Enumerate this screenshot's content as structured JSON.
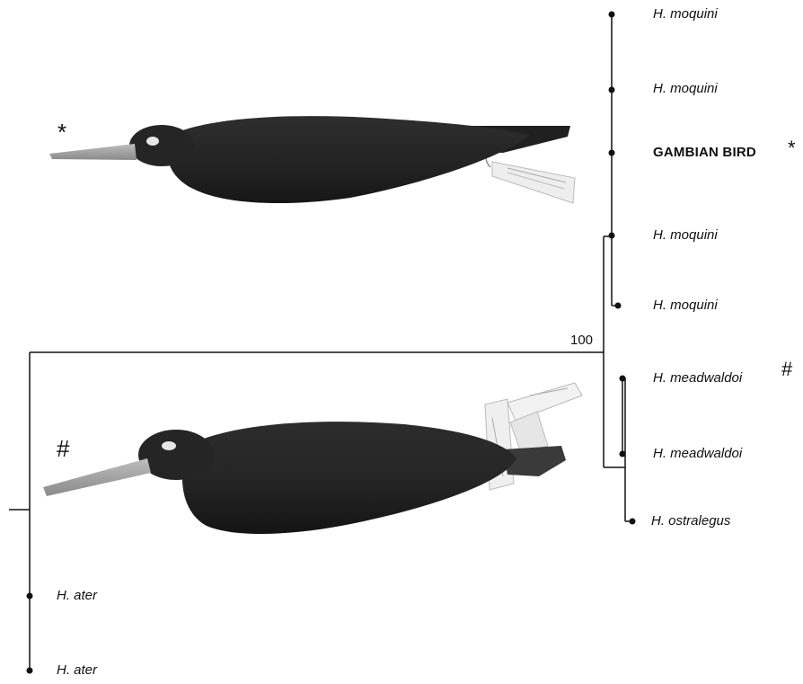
{
  "tree": {
    "bootstrap_value": "100",
    "taxa": {
      "t1": "H. moquini",
      "t2": "H. moquini",
      "t3": "GAMBIAN BIRD",
      "t4": "H. moquini",
      "t5": "H. moquini",
      "t6": "H. meadwaldoi",
      "t7": "H. meadwaldoi",
      "t8": "H. ostralegus",
      "t9": "H. ater",
      "t10": "H. ater"
    },
    "markers": {
      "gambian_asterisk": "*",
      "meadwaldoi_hash": "#"
    }
  },
  "specimens": {
    "top_marker": "*",
    "bottom_marker": "#"
  },
  "colors": {
    "line": "#111111",
    "bird_body": "#262626",
    "bird_shadow": "#1a1a1a",
    "bill": "#9a9a9a",
    "tag": "#ececec"
  }
}
